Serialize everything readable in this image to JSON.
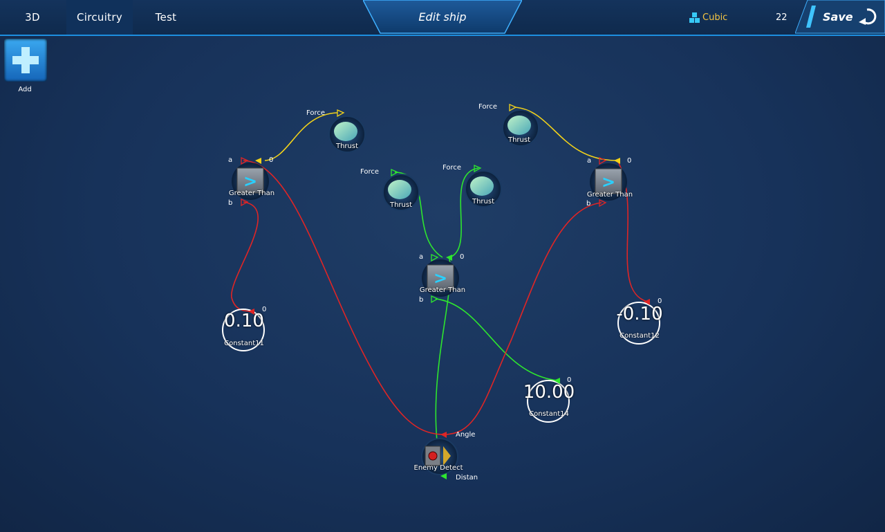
{
  "topbar": {
    "tabs": [
      {
        "label": "3D"
      },
      {
        "label": "Circuitry"
      },
      {
        "label": "Test"
      }
    ],
    "title": "Edit ship",
    "resource_label": "Cubic",
    "count": "22",
    "save_label": "Save"
  },
  "toolbar": {
    "add_label": "Add"
  },
  "colors": {
    "accent": "#1d8fe0",
    "yellow_wire": "#f2d21a",
    "green_wire": "#2ee62e",
    "red_wire": "#e02525"
  },
  "nodes": {
    "thrust_1": {
      "label": "Thrust",
      "port": "Force"
    },
    "thrust_2": {
      "label": "Thrust",
      "port": "Force"
    },
    "thrust_3": {
      "label": "Thrust",
      "port": "Force"
    },
    "thrust_4": {
      "label": "Thrust",
      "port": "Force"
    },
    "gt_left": {
      "label": "Greater Than",
      "a": "a",
      "b": "b",
      "o": "0"
    },
    "gt_mid": {
      "label": "Greater Than",
      "a": "a",
      "b": "b",
      "o": "0"
    },
    "gt_right": {
      "label": "Greater Than",
      "a": "a",
      "b": "b",
      "o": "0"
    },
    "const11": {
      "label": "Constant11",
      "value": "0.10",
      "o": "0"
    },
    "const12": {
      "label": "Constant12",
      "value": "-0.10",
      "o": "0"
    },
    "const14": {
      "label": "Constant14",
      "value": "10.00",
      "o": "0"
    },
    "enemy": {
      "label": "Enemy Detect",
      "angle": "Angle",
      "distance": "Distan"
    }
  }
}
